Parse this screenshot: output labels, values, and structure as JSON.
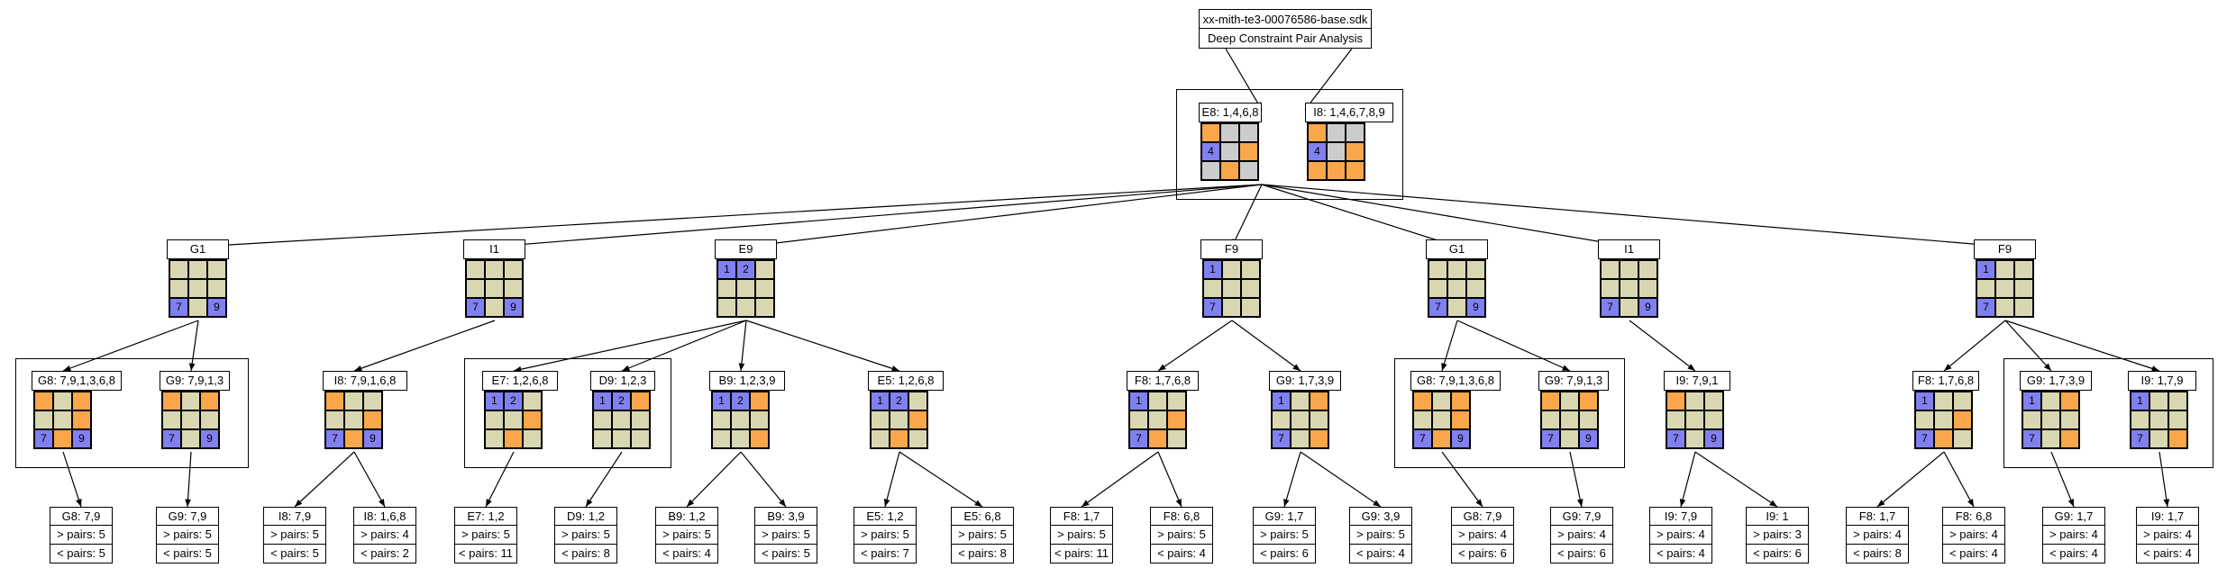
{
  "root": {
    "filename": "xx-mith-te3-00076586-base.sdk",
    "subtitle": "Deep Constraint Pair Analysis"
  },
  "legend_colors": {
    "neutral": "#d9d7b2",
    "orange": "#faa64a",
    "blue": "#8080f0",
    "silver": "#cccccc"
  },
  "pair": [
    {
      "label": "E8: 1,4,6,8",
      "cells": [
        "o",
        "s",
        "s",
        "b:4",
        "s",
        "o",
        "s",
        "o",
        "s"
      ]
    },
    {
      "label": "I8: 1,4,6,7,8,9",
      "cells": [
        "o",
        "s",
        "s",
        "b:4",
        "s",
        "o",
        "o",
        "o",
        "o"
      ]
    }
  ],
  "level1": [
    {
      "label": "G1",
      "cells": [
        "g",
        "g",
        "g",
        "g",
        "g",
        "g",
        "b:7",
        "g",
        "b:9"
      ]
    },
    {
      "label": "I1",
      "cells": [
        "g",
        "g",
        "g",
        "g",
        "g",
        "g",
        "b:7",
        "g",
        "b:9"
      ]
    },
    {
      "label": "E9",
      "cells": [
        "b:1",
        "b:2",
        "g",
        "g",
        "g",
        "g",
        "g",
        "g",
        "g"
      ]
    },
    {
      "label": "F9",
      "cells": [
        "b:1",
        "g",
        "g",
        "g",
        "g",
        "g",
        "b:7",
        "g",
        "g"
      ]
    },
    {
      "label": "G1",
      "cells": [
        "g",
        "g",
        "g",
        "g",
        "g",
        "g",
        "b:7",
        "g",
        "b:9"
      ]
    },
    {
      "label": "I1",
      "cells": [
        "g",
        "g",
        "g",
        "g",
        "g",
        "g",
        "b:7",
        "g",
        "b:9"
      ]
    },
    {
      "label": "F9",
      "cells": [
        "b:1",
        "g",
        "g",
        "g",
        "g",
        "g",
        "b:7",
        "g",
        "g"
      ]
    }
  ],
  "level2": [
    {
      "label": "G8: 7,9,1,3,6,8",
      "cells": [
        "o",
        "g",
        "o",
        "g",
        "g",
        "o",
        "b:7",
        "o",
        "b:9"
      ]
    },
    {
      "label": "G9: 7,9,1,3",
      "cells": [
        "o",
        "g",
        "o",
        "g",
        "g",
        "g",
        "b:7",
        "g",
        "b:9"
      ]
    },
    {
      "label": "I8: 7,9,1,6,8",
      "cells": [
        "o",
        "g",
        "g",
        "g",
        "g",
        "o",
        "b:7",
        "o",
        "b:9"
      ]
    },
    {
      "label": "E7: 1,2,6,8",
      "cells": [
        "b:1",
        "b:2",
        "g",
        "g",
        "g",
        "o",
        "g",
        "o",
        "g"
      ]
    },
    {
      "label": "D9: 1,2,3",
      "cells": [
        "b:1",
        "b:2",
        "o",
        "g",
        "g",
        "g",
        "g",
        "g",
        "g"
      ]
    },
    {
      "label": "B9: 1,2,3,9",
      "cells": [
        "b:1",
        "b:2",
        "o",
        "g",
        "g",
        "g",
        "g",
        "g",
        "o"
      ]
    },
    {
      "label": "E5: 1,2,6,8",
      "cells": [
        "b:1",
        "b:2",
        "g",
        "g",
        "g",
        "o",
        "g",
        "o",
        "g"
      ]
    },
    {
      "label": "F8: 1,7,6,8",
      "cells": [
        "b:1",
        "g",
        "g",
        "g",
        "g",
        "o",
        "b:7",
        "o",
        "g"
      ]
    },
    {
      "label": "G9: 1,7,3,9",
      "cells": [
        "b:1",
        "g",
        "o",
        "g",
        "g",
        "g",
        "b:7",
        "g",
        "o"
      ]
    },
    {
      "label": "G8: 7,9,1,3,6,8",
      "cells": [
        "o",
        "g",
        "o",
        "g",
        "g",
        "o",
        "b:7",
        "o",
        "b:9"
      ]
    },
    {
      "label": "G9: 7,9,1,3",
      "cells": [
        "o",
        "g",
        "o",
        "g",
        "g",
        "g",
        "b:7",
        "g",
        "b:9"
      ]
    },
    {
      "label": "I9: 7,9,1",
      "cells": [
        "o",
        "g",
        "g",
        "g",
        "g",
        "g",
        "b:7",
        "g",
        "b:9"
      ]
    },
    {
      "label": "F8: 1,7,6,8",
      "cells": [
        "b:1",
        "g",
        "g",
        "g",
        "g",
        "o",
        "b:7",
        "o",
        "g"
      ]
    },
    {
      "label": "G9: 1,7,3,9",
      "cells": [
        "b:1",
        "g",
        "o",
        "g",
        "g",
        "g",
        "b:7",
        "g",
        "o"
      ]
    },
    {
      "label": "I9: 1,7,9",
      "cells": [
        "b:1",
        "g",
        "g",
        "g",
        "g",
        "g",
        "b:7",
        "g",
        "o"
      ]
    }
  ],
  "leaves": [
    {
      "label": "G8: 7,9",
      "gt": "> pairs: 5",
      "lt": "< pairs: 5"
    },
    {
      "label": "G9: 7,9",
      "gt": "> pairs: 5",
      "lt": "< pairs: 5"
    },
    {
      "label": "I8: 7,9",
      "gt": "> pairs: 5",
      "lt": "< pairs: 5"
    },
    {
      "label": "I8: 1,6,8",
      "gt": "> pairs: 4",
      "lt": "< pairs: 2"
    },
    {
      "label": "E7: 1,2",
      "gt": "> pairs: 5",
      "lt": "< pairs: 11"
    },
    {
      "label": "D9: 1,2",
      "gt": "> pairs: 5",
      "lt": "< pairs: 8"
    },
    {
      "label": "B9: 1,2",
      "gt": "> pairs: 5",
      "lt": "< pairs: 4"
    },
    {
      "label": "B9: 3,9",
      "gt": "> pairs: 5",
      "lt": "< pairs: 5"
    },
    {
      "label": "E5: 1,2",
      "gt": "> pairs: 5",
      "lt": "< pairs: 7"
    },
    {
      "label": "E5: 6,8",
      "gt": "> pairs: 5",
      "lt": "< pairs: 8"
    },
    {
      "label": "F8: 1,7",
      "gt": "> pairs: 5",
      "lt": "< pairs: 11"
    },
    {
      "label": "F8: 6,8",
      "gt": "> pairs: 5",
      "lt": "< pairs: 4"
    },
    {
      "label": "G9: 1,7",
      "gt": "> pairs: 5",
      "lt": "< pairs: 6"
    },
    {
      "label": "G9: 3,9",
      "gt": "> pairs: 5",
      "lt": "< pairs: 4"
    },
    {
      "label": "G8: 7,9",
      "gt": "> pairs: 4",
      "lt": "< pairs: 6"
    },
    {
      "label": "G9: 7,9",
      "gt": "> pairs: 4",
      "lt": "< pairs: 6"
    },
    {
      "label": "I9: 7,9",
      "gt": "> pairs: 4",
      "lt": "< pairs: 4"
    },
    {
      "label": "I9: 1",
      "gt": "> pairs: 3",
      "lt": "< pairs: 6"
    },
    {
      "label": "F8: 1,7",
      "gt": "> pairs: 4",
      "lt": "< pairs: 8"
    },
    {
      "label": "F8: 6,8",
      "gt": "> pairs: 4",
      "lt": "< pairs: 4"
    },
    {
      "label": "G9: 1,7",
      "gt": "> pairs: 4",
      "lt": "< pairs: 4"
    },
    {
      "label": "I9: 1,7",
      "gt": "> pairs: 4",
      "lt": "< pairs: 4"
    }
  ]
}
